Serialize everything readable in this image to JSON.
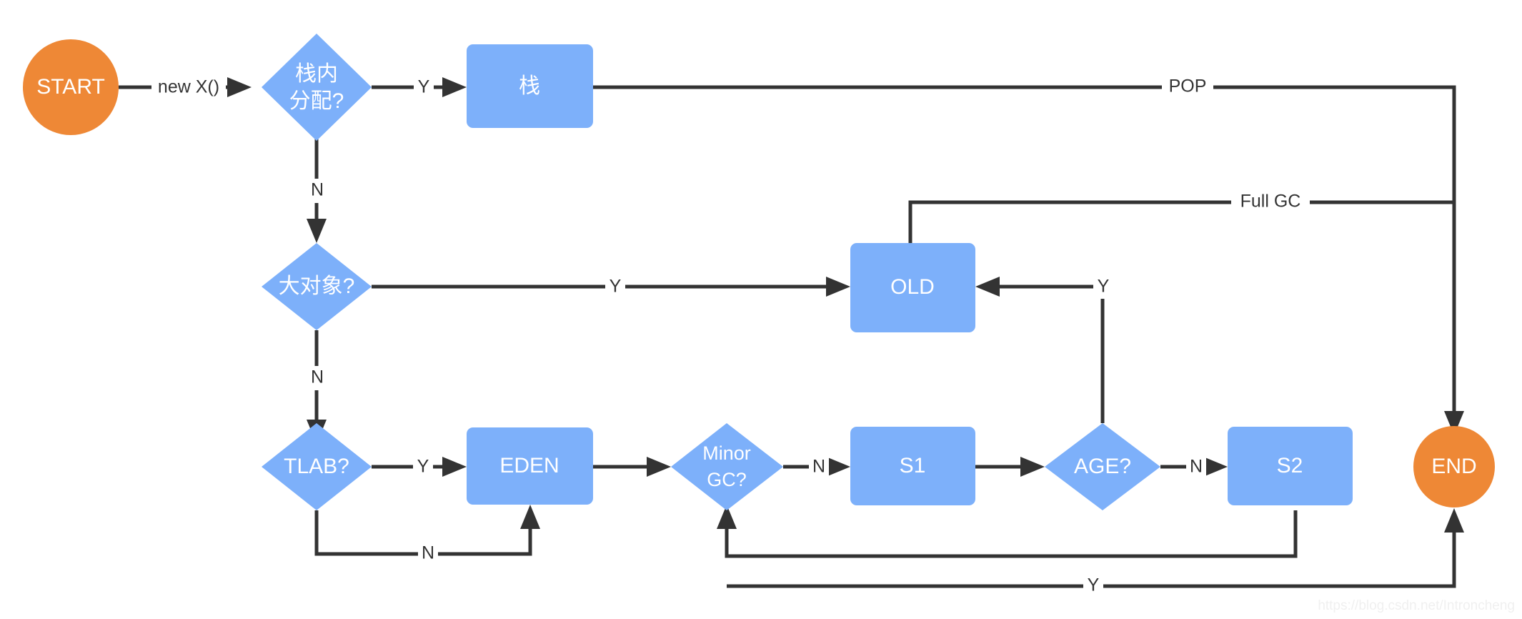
{
  "diagram": {
    "title": "JVM Object Allocation Flowchart",
    "colors": {
      "node_blue": "#7DB0FA",
      "node_orange": "#EE8836",
      "edge": "#333333",
      "label_text": "#333333",
      "node_text": "#FFFFFF",
      "background": "#FFFFFF",
      "watermark": "#F0F0F0"
    },
    "nodes": {
      "start": {
        "label": "START",
        "shape": "ellipse"
      },
      "stack_alloc": {
        "label_line1": "栈内",
        "label_line2": "分配?",
        "shape": "diamond"
      },
      "stack": {
        "label": "栈",
        "shape": "rect"
      },
      "big_object": {
        "label": "大对象?",
        "shape": "diamond"
      },
      "old": {
        "label": "OLD",
        "shape": "rect"
      },
      "tlab": {
        "label": "TLAB?",
        "shape": "diamond"
      },
      "eden": {
        "label": "EDEN",
        "shape": "rect"
      },
      "minor_gc": {
        "label_line1": "Minor",
        "label_line2": "GC?",
        "shape": "diamond"
      },
      "s1": {
        "label": "S1",
        "shape": "rect"
      },
      "age": {
        "label": "AGE?",
        "shape": "diamond"
      },
      "s2": {
        "label": "S2",
        "shape": "rect"
      },
      "end": {
        "label": "END",
        "shape": "ellipse"
      }
    },
    "edge_labels": {
      "new_x": "new X()",
      "stack_alloc_yes": "Y",
      "stack_alloc_no": "N",
      "stack_pop": "POP",
      "big_object_yes": "Y",
      "big_object_no": "N",
      "old_full_gc": "Full GC",
      "tlab_yes": "Y",
      "tlab_no": "N",
      "minor_gc_no": "N",
      "age_yes": "Y",
      "age_no": "N",
      "s2_yes": "Y"
    },
    "watermark": "https://blog.csdn.net/Introncheng"
  }
}
